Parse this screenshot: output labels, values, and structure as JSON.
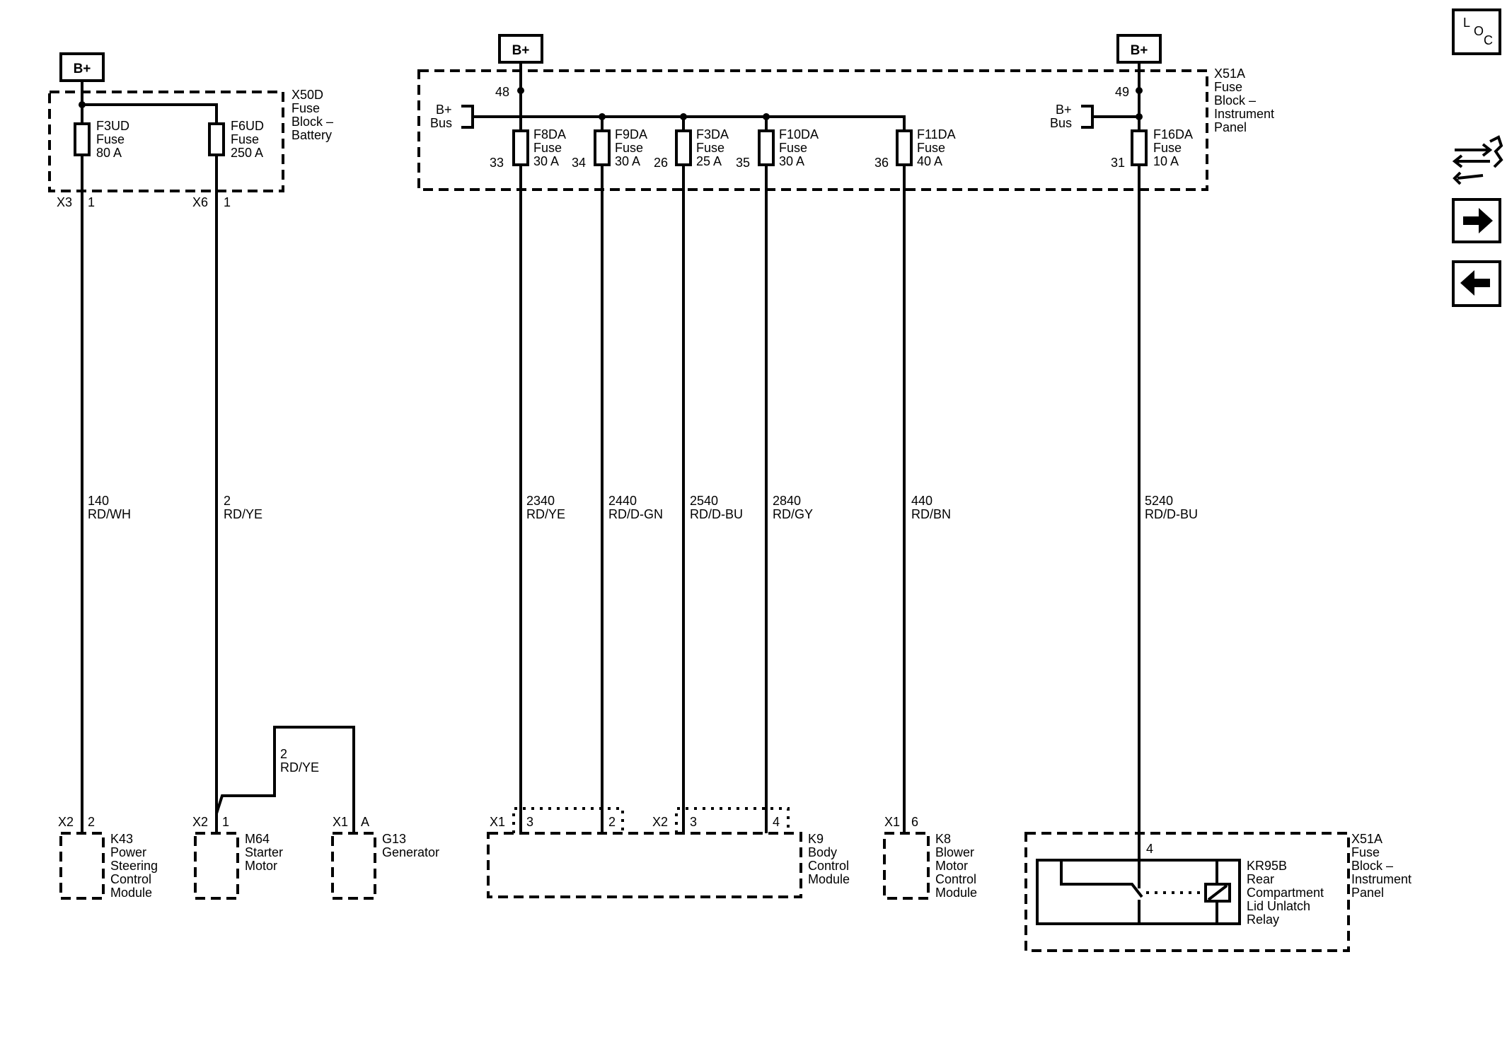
{
  "power_symbol": "B+",
  "bus_label": [
    "B+",
    "Bus"
  ],
  "x50d": {
    "lines": [
      "X50D",
      "Fuse",
      "Block –",
      "Battery"
    ]
  },
  "x51a": {
    "lines": [
      "X51A",
      "Fuse",
      "Block –",
      "Instrument",
      "Panel"
    ]
  },
  "pins": {
    "p48": "48",
    "p49": "49",
    "p4": "4"
  },
  "fuses": {
    "f3ud": {
      "lines": [
        "F3UD",
        "Fuse",
        "80 A"
      ]
    },
    "f6ud": {
      "lines": [
        "F6UD",
        "Fuse",
        "250 A"
      ]
    },
    "f8da": {
      "lines": [
        "F8DA",
        "Fuse",
        "30 A"
      ],
      "pin": "33"
    },
    "f9da": {
      "lines": [
        "F9DA",
        "Fuse",
        "30 A"
      ],
      "pin": "34"
    },
    "f3da": {
      "lines": [
        "F3DA",
        "Fuse",
        "25 A"
      ],
      "pin": "26"
    },
    "f10da": {
      "lines": [
        "F10DA",
        "Fuse",
        "30 A"
      ],
      "pin": "35"
    },
    "f11da": {
      "lines": [
        "F11DA",
        "Fuse",
        "40 A"
      ],
      "pin": "36"
    },
    "f16da": {
      "lines": [
        "F16DA",
        "Fuse",
        "10 A"
      ],
      "pin": "31"
    }
  },
  "top_connectors": {
    "x3": {
      "conn": "X3",
      "pin": "1"
    },
    "x6": {
      "conn": "X6",
      "pin": "1"
    }
  },
  "wires": {
    "w140": {
      "circuit": "140",
      "color": "RD/WH"
    },
    "w2": {
      "circuit": "2",
      "color": "RD/YE"
    },
    "w2b": {
      "circuit": "2",
      "color": "RD/YE"
    },
    "w2340": {
      "circuit": "2340",
      "color": "RD/YE"
    },
    "w2440": {
      "circuit": "2440",
      "color": "RD/D-GN"
    },
    "w2540": {
      "circuit": "2540",
      "color": "RD/D-BU"
    },
    "w2840": {
      "circuit": "2840",
      "color": "RD/GY"
    },
    "w440": {
      "circuit": "440",
      "color": "RD/BN"
    },
    "w5240": {
      "circuit": "5240",
      "color": "RD/D-BU"
    }
  },
  "components": {
    "k43": {
      "conn": "X2",
      "pin": "2",
      "lines": [
        "K43",
        "Power",
        "Steering",
        "Control",
        "Module"
      ]
    },
    "m64": {
      "conn": "X2",
      "pin": "1",
      "lines": [
        "M64",
        "Starter",
        "Motor"
      ]
    },
    "g13": {
      "conn": "X1",
      "pin": "A",
      "lines": [
        "G13",
        "Generator"
      ]
    },
    "k9": {
      "conn_x1": "X1",
      "pin_x1_3": "3",
      "pin_x1_2": "2",
      "conn_x2": "X2",
      "pin_x2_3": "3",
      "pin_x2_4": "4",
      "lines": [
        "K9",
        "Body",
        "Control",
        "Module"
      ]
    },
    "k8": {
      "conn": "X1",
      "pin": "6",
      "lines": [
        "K8",
        "Blower",
        "Motor",
        "Control",
        "Module"
      ]
    },
    "kr95b": {
      "lines": [
        "KR95B",
        "Rear",
        "Compartment",
        "Lid Unlatch",
        "Relay"
      ]
    }
  },
  "nav": {
    "loc": [
      "L",
      "O",
      "C"
    ],
    "tools_icon": "wrench-arrows-icon",
    "next_icon": "arrow-right-icon",
    "prev_icon": "arrow-left-icon"
  }
}
